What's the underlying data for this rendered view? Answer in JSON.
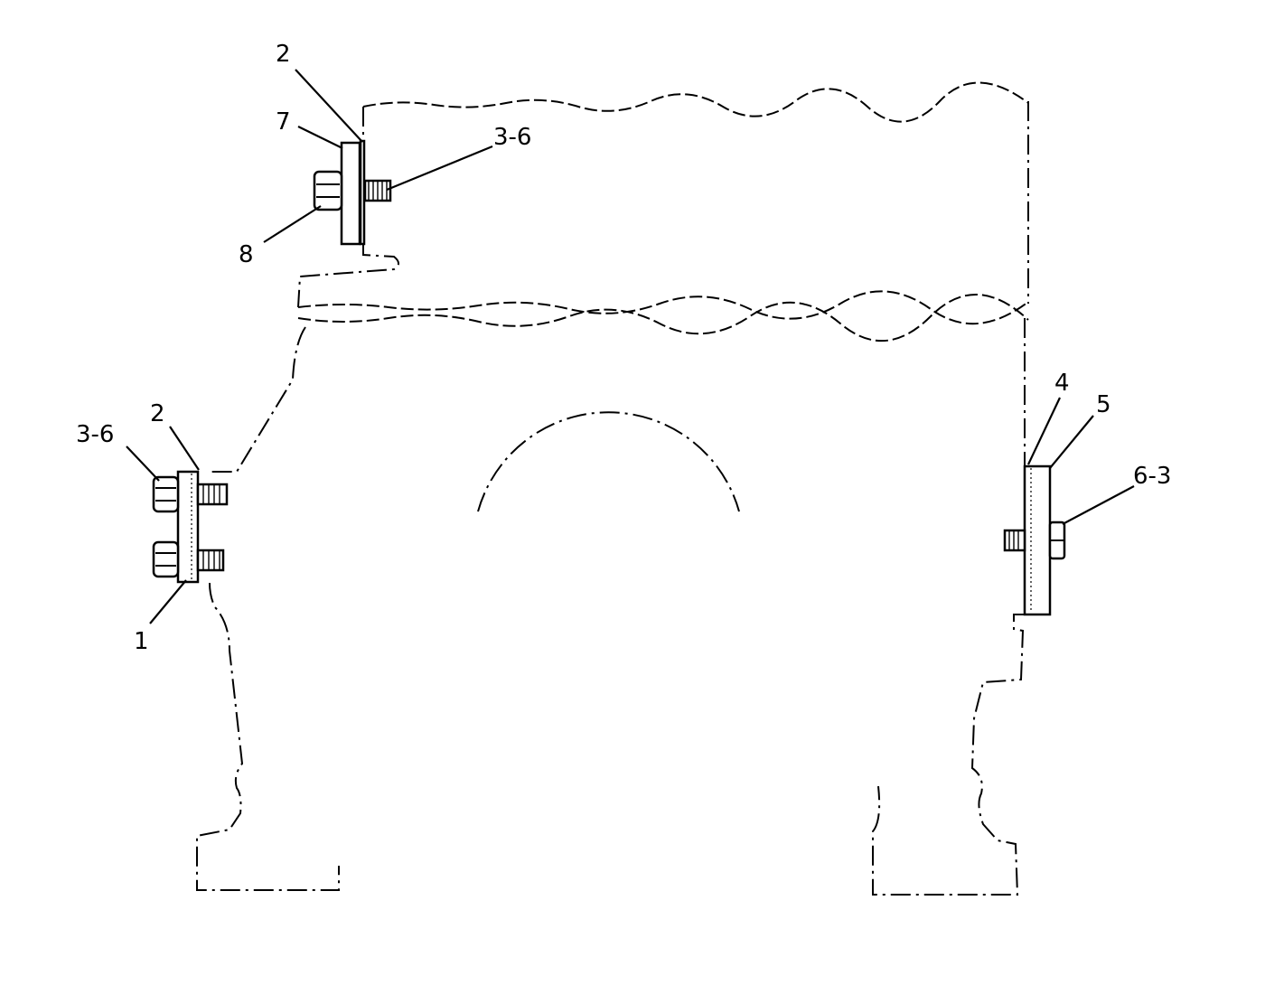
{
  "callouts": {
    "top_gasket": "2",
    "top_plate": "7",
    "top_bolt": "3-6",
    "top_nut": "8",
    "left_bolts": "3-6",
    "left_gasket": "2",
    "left_plate": "1",
    "right_gasket": "4",
    "right_plate": "5",
    "right_bolt": "6-3"
  }
}
